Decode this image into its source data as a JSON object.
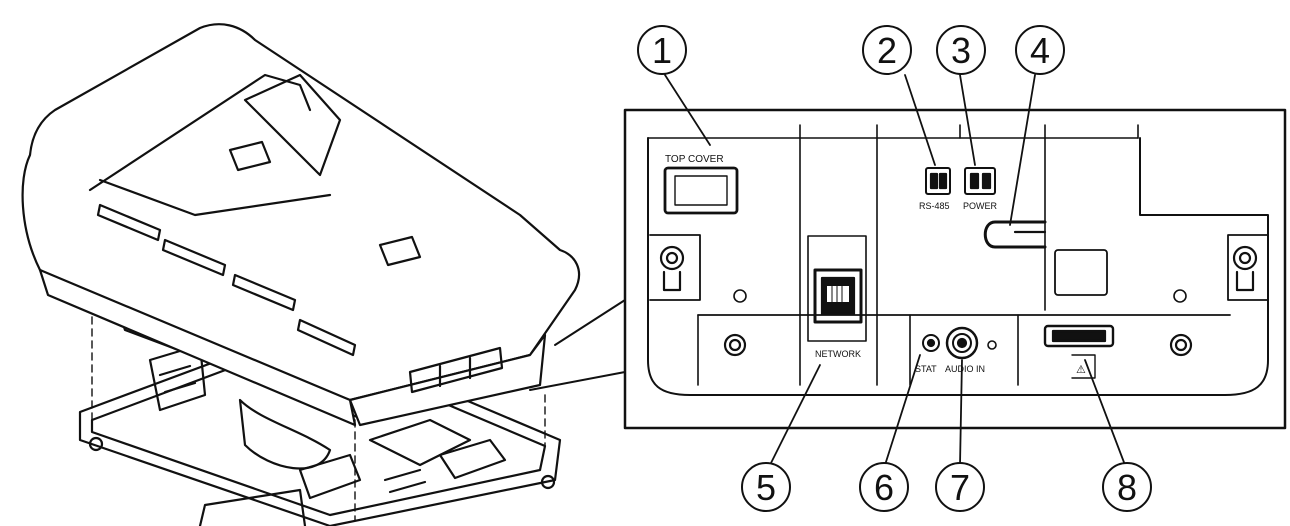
{
  "panel": {
    "top_cover_label": "TOP COVER",
    "rs485_label": "RS-485",
    "power_label": "POWER",
    "network_label": "NETWORK",
    "stat_label": "STAT",
    "audio_in_label": "AUDIO IN",
    "warning_symbol": "⚠"
  },
  "callouts": [
    {
      "number": "1"
    },
    {
      "number": "2"
    },
    {
      "number": "3"
    },
    {
      "number": "4"
    },
    {
      "number": "5"
    },
    {
      "number": "6"
    },
    {
      "number": "7"
    },
    {
      "number": "8"
    }
  ]
}
